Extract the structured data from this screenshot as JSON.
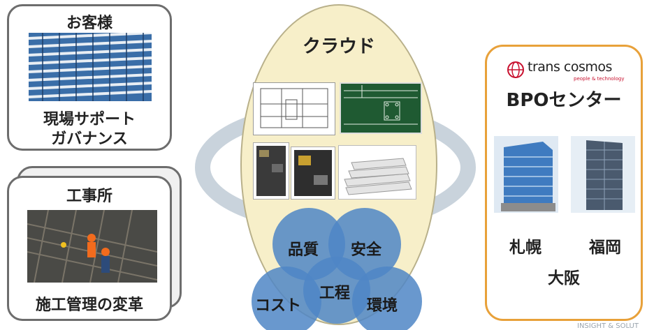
{
  "customer": {
    "title": "お客様",
    "line1": "現場サポート",
    "line2": "ガバナンス"
  },
  "site": {
    "title": "工事所",
    "caption": "施工管理の変革"
  },
  "cloud": {
    "title": "クラウド"
  },
  "circles": {
    "quality": "品質",
    "safety": "安全",
    "process": "工程",
    "cost": "コスト",
    "environment": "環境"
  },
  "bpo": {
    "brand": "trans cosmos",
    "tagline": "people & technology",
    "title": "BPOセンター",
    "cities": {
      "sapporo": "札幌",
      "fukuoka": "福岡",
      "osaka": "大阪"
    }
  },
  "footer": "INSIGHT & SOLUT"
}
